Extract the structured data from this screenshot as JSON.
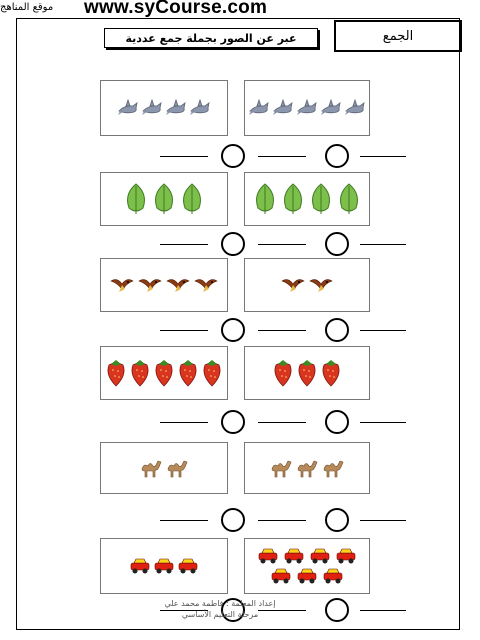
{
  "header": {
    "site_url": "www.syCourse.com",
    "site_name": "موقع المناهج"
  },
  "title": "الجمع",
  "instruction": "عبر عن الصور بجملة جمع عددية",
  "rows": [
    {
      "item": "shark-icon",
      "left_count": 4,
      "right_count": 5
    },
    {
      "item": "leaf-icon",
      "left_count": 3,
      "right_count": 4
    },
    {
      "item": "bird-icon",
      "left_count": 4,
      "right_count": 2
    },
    {
      "item": "strawberry-icon",
      "left_count": 5,
      "right_count": 3
    },
    {
      "item": "camel-icon",
      "left_count": 2,
      "right_count": 3
    },
    {
      "item": "car-icon",
      "left_count": 3,
      "right_count": 7
    }
  ],
  "footer": {
    "line1": "إعداد المعلمة : فاطمة محمد علي",
    "line2": "مرحلة التعليم الأساسي"
  },
  "colors": {
    "border": "#000000",
    "leaf": "#7cbf4a",
    "strawberry": "#d9341f",
    "car": "#e02010",
    "shark": "#8c97ad"
  }
}
